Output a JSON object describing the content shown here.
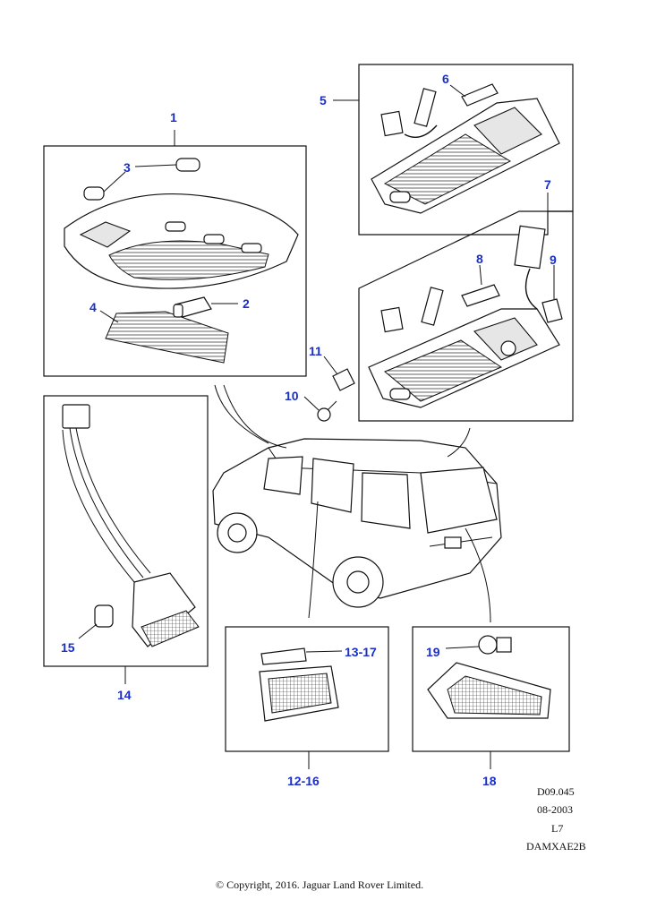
{
  "callouts": {
    "c1": "1",
    "c2": "2",
    "c3": "3",
    "c4": "4",
    "c5": "5",
    "c6": "6",
    "c7": "7",
    "c8": "8",
    "c9": "9",
    "c10": "10",
    "c11": "11",
    "c12_16": "12-16",
    "c13_17": "13-17",
    "c14": "14",
    "c15": "15",
    "c18": "18",
    "c19": "19"
  },
  "reference": {
    "drawing_no": "D09.045",
    "date": "08-2003",
    "level": "L7",
    "code": "DAMXAE2B"
  },
  "footer": {
    "copyright": "© Copyright, 2016. Jaguar Land Rover Limited."
  },
  "colors": {
    "callout": "#1a2fc9",
    "line": "#111111"
  }
}
